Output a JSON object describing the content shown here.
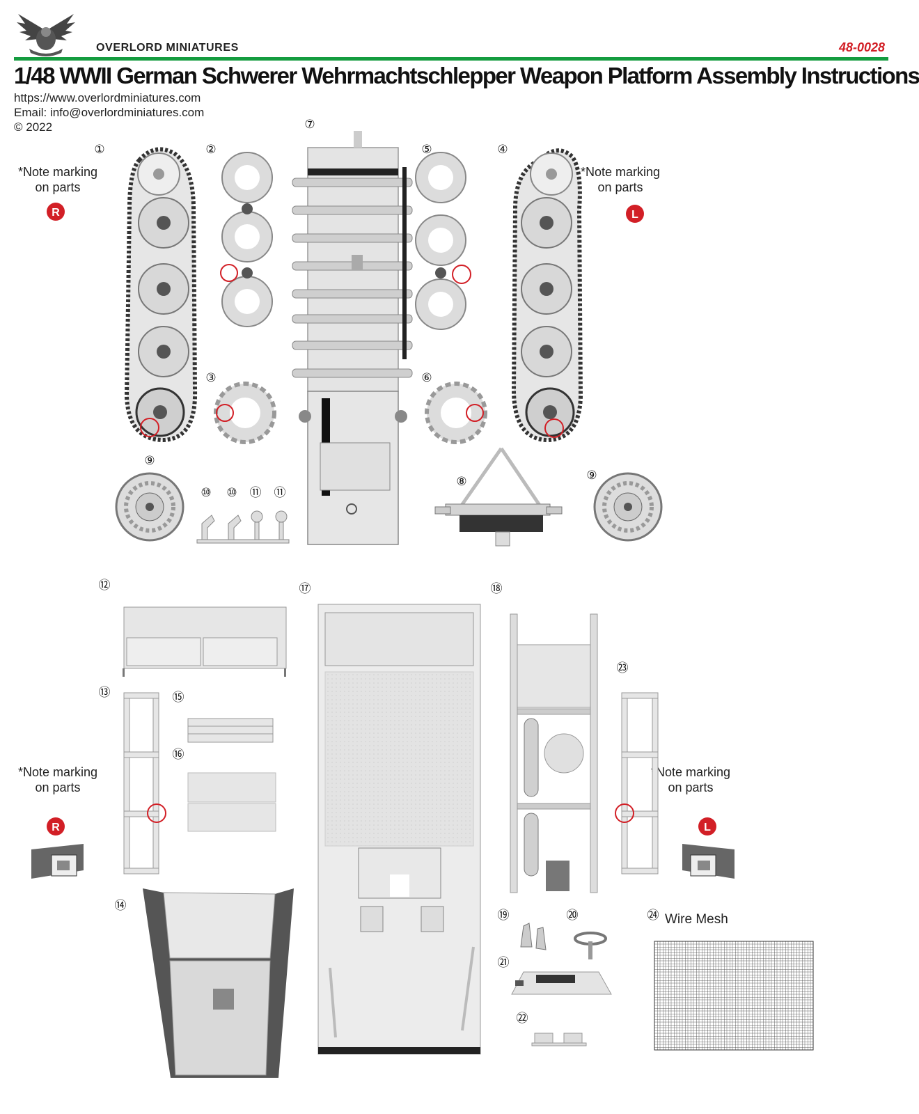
{
  "header": {
    "brand": "OVERLORD MINIATURES",
    "product_code": "48-0028",
    "title": "1/48  WWII German Schwerer Wehrmachtschlepper Weapon Platform Assembly Instructions",
    "website": "https://www.overlordminiatures.com",
    "email": "Email: info@overlordminiatures.com",
    "copyright": "© 2022"
  },
  "notes": {
    "right_top": {
      "text_1": "*Note marking",
      "text_2": "on parts",
      "badge": "R"
    },
    "left_top": {
      "text_1": "*Note marking",
      "text_2": "on parts",
      "badge": "L"
    },
    "right_bottom": {
      "text_1": "*Note marking",
      "text_2": "on parts",
      "badge": "R"
    },
    "left_bottom": {
      "text_1": "*Note marking",
      "text_2": "on parts",
      "badge": "L"
    }
  },
  "parts": {
    "p1": "①",
    "p2": "②",
    "p3": "③",
    "p4": "④",
    "p5": "⑤",
    "p6": "⑥",
    "p7": "⑦",
    "p8": "⑧",
    "p9a": "⑨",
    "p9b": "⑨",
    "p10a": "⑩",
    "p10b": "⑩",
    "p11a": "⑪",
    "p11b": "⑪",
    "p12": "⑫",
    "p13": "⑬",
    "p14": "⑭",
    "p15": "⑮",
    "p16": "⑯",
    "p17": "⑰",
    "p18": "⑱",
    "p19": "⑲",
    "p20": "⑳",
    "p21": "㉑",
    "p22": "㉒",
    "p23": "㉓",
    "p24": "㉔"
  },
  "wire_mesh_label": "Wire Mesh",
  "colors": {
    "accent_green": "#149c3f",
    "marking_red": "#d21f26",
    "part_gray": "#d9d9d9"
  }
}
